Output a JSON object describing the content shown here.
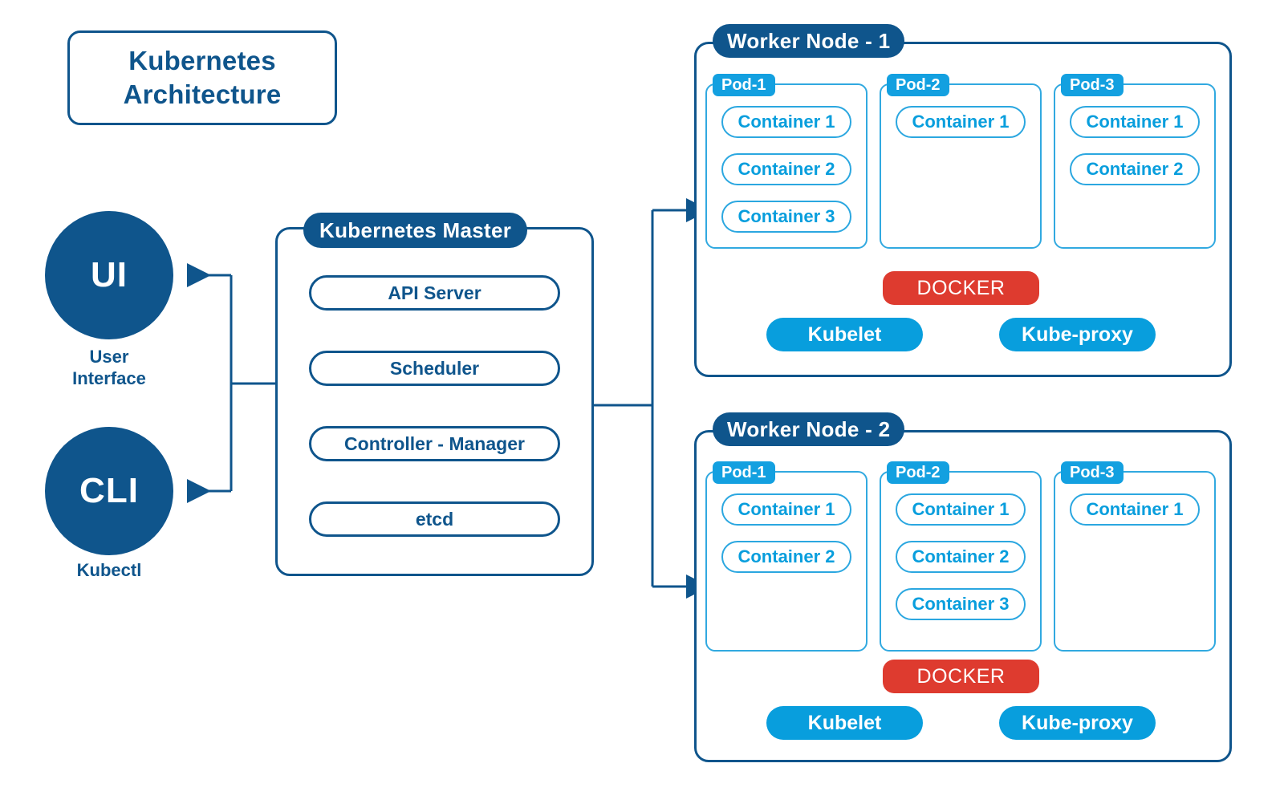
{
  "title": {
    "line1": "Kubernetes",
    "line2": "Architecture"
  },
  "clients": [
    {
      "abbr": "UI",
      "caption": "User\nInterface",
      "caption_line1": "User",
      "caption_line2": "Interface"
    },
    {
      "abbr": "CLI",
      "caption": "Kubectl",
      "caption_line1": "Kubectl",
      "caption_line2": ""
    }
  ],
  "master": {
    "header": "Kubernetes Master",
    "items": [
      {
        "label": "API Server"
      },
      {
        "label": "Scheduler"
      },
      {
        "label": "Controller - Manager"
      },
      {
        "label": "etcd"
      }
    ]
  },
  "workers": [
    {
      "header": "Worker Node - 1",
      "pods": [
        {
          "label": "Pod-1",
          "containers": [
            "Container 1",
            "Container 2",
            "Container 3"
          ]
        },
        {
          "label": "Pod-2",
          "containers": [
            "Container 1"
          ]
        },
        {
          "label": "Pod-3",
          "containers": [
            "Container 1",
            "Container 2"
          ]
        }
      ],
      "runtime": "DOCKER",
      "agents": [
        "Kubelet",
        "Kube-proxy"
      ]
    },
    {
      "header": "Worker Node - 2",
      "pods": [
        {
          "label": "Pod-1",
          "containers": [
            "Container 1",
            "Container 2"
          ]
        },
        {
          "label": "Pod-2",
          "containers": [
            "Container 1",
            "Container 2",
            "Container 3"
          ]
        },
        {
          "label": "Pod-3",
          "containers": [
            "Container 1"
          ]
        }
      ],
      "runtime": "DOCKER",
      "agents": [
        "Kubelet",
        "Kube-proxy"
      ]
    }
  ],
  "colors": {
    "navy": "#0f558c",
    "bright_blue": "#089edd",
    "pod_blue": "#13a0e0",
    "docker_red": "#de3b2f",
    "background": "#ffffff"
  }
}
